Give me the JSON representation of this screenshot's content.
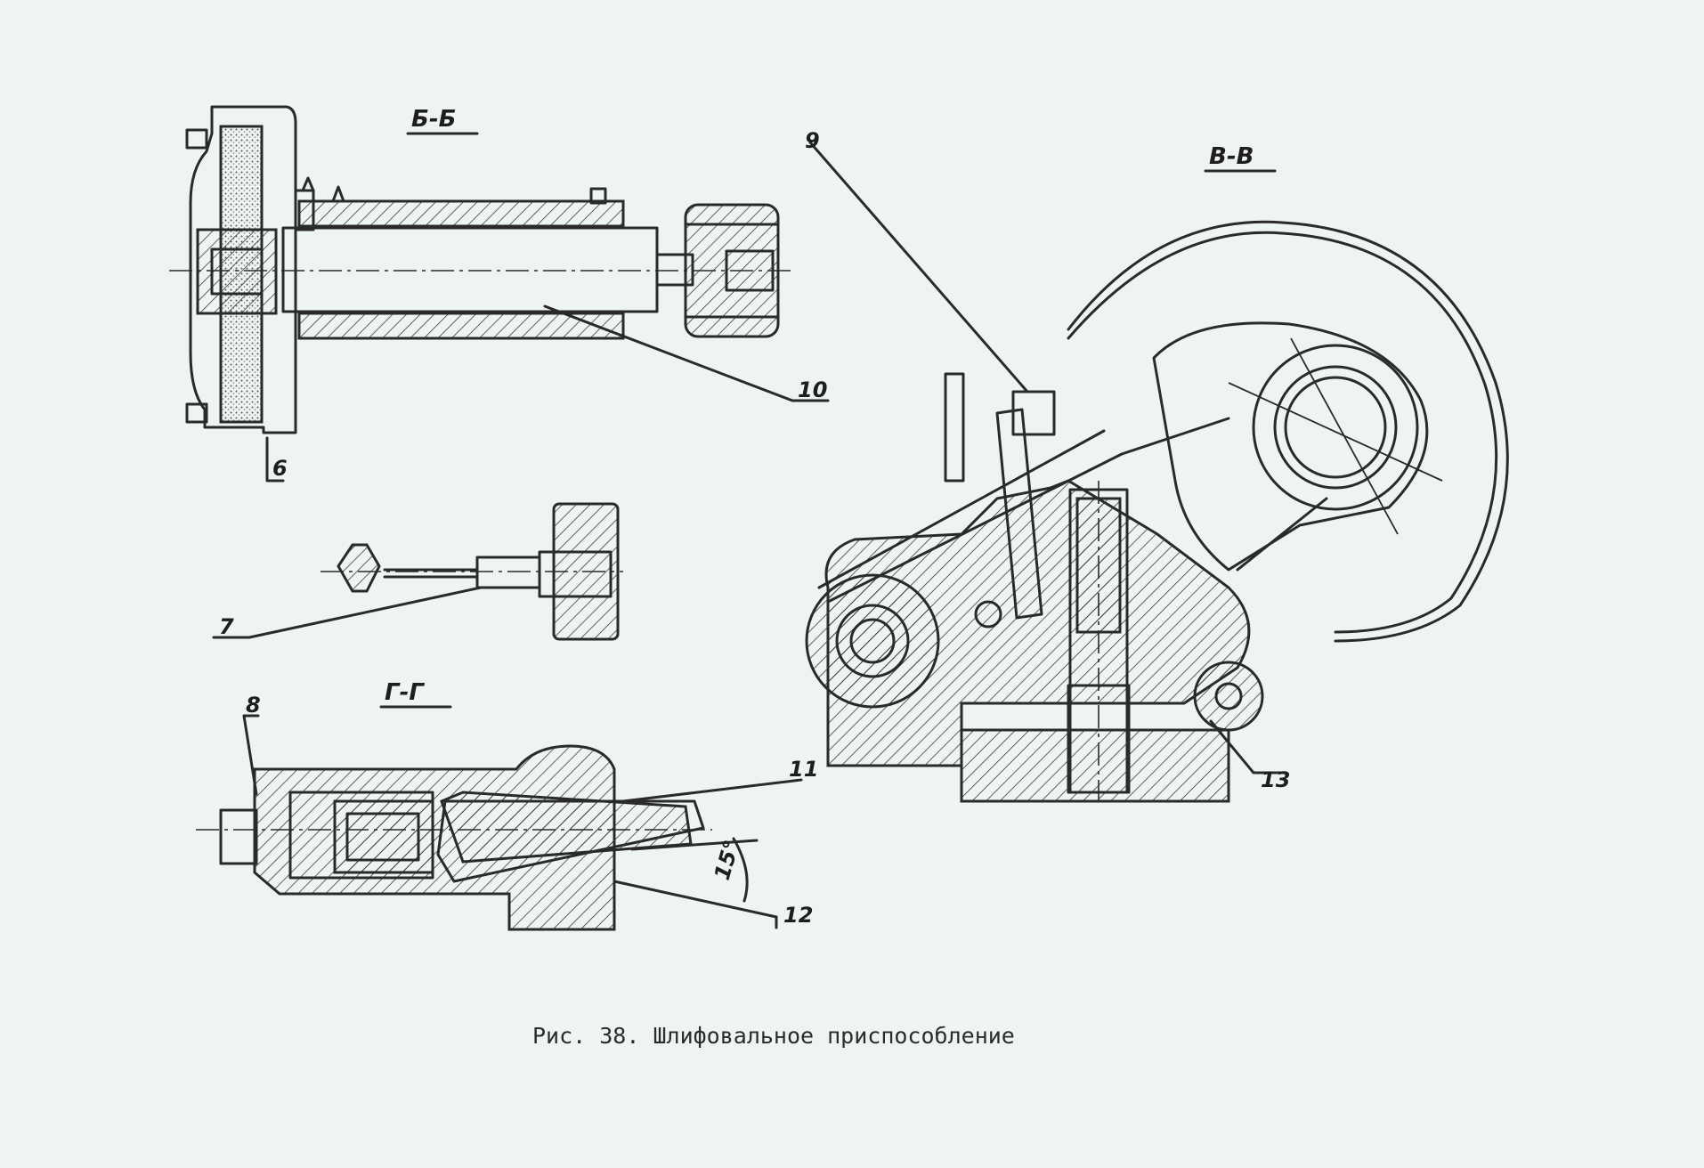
{
  "caption": "Рис. 38. Шлифовальное приспособление",
  "sections": {
    "bb": "Б-Б",
    "vv": "В-В",
    "gg": "Г-Г"
  },
  "callouts": {
    "c6": "6",
    "c7": "7",
    "c8": "8",
    "c9": "9",
    "c10": "10",
    "c11": "11",
    "c12": "12",
    "c13": "13"
  },
  "angle_label": "15°"
}
